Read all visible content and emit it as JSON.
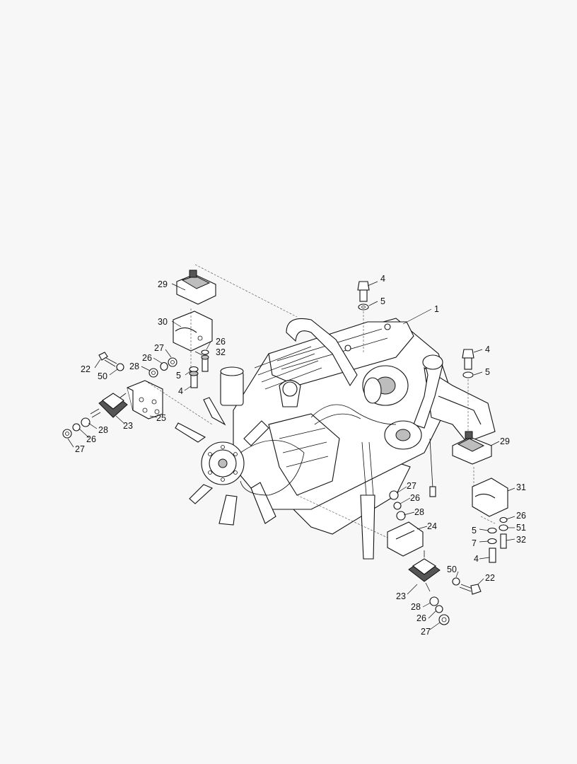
{
  "diagram": {
    "callouts": [
      {
        "id": "c1",
        "text": "29"
      },
      {
        "id": "c2",
        "text": "4"
      },
      {
        "id": "c3",
        "text": "5"
      },
      {
        "id": "c4",
        "text": "1"
      },
      {
        "id": "c5",
        "text": "30"
      },
      {
        "id": "c6",
        "text": "27"
      },
      {
        "id": "c7",
        "text": "26"
      },
      {
        "id": "c8",
        "text": "26"
      },
      {
        "id": "c9",
        "text": "32"
      },
      {
        "id": "c10",
        "text": "22"
      },
      {
        "id": "c11",
        "text": "28"
      },
      {
        "id": "c12",
        "text": "50"
      },
      {
        "id": "c13",
        "text": "5"
      },
      {
        "id": "c14",
        "text": "4"
      },
      {
        "id": "c15",
        "text": "4"
      },
      {
        "id": "c16",
        "text": "5"
      },
      {
        "id": "c17",
        "text": "28"
      },
      {
        "id": "c18",
        "text": "23"
      },
      {
        "id": "c19",
        "text": "25"
      },
      {
        "id": "c20",
        "text": "26"
      },
      {
        "id": "c21",
        "text": "27"
      },
      {
        "id": "c22",
        "text": "29"
      },
      {
        "id": "c23",
        "text": "27"
      },
      {
        "id": "c24",
        "text": "31"
      },
      {
        "id": "c25",
        "text": "26"
      },
      {
        "id": "c26",
        "text": "28"
      },
      {
        "id": "c27",
        "text": "26"
      },
      {
        "id": "c28",
        "text": "24"
      },
      {
        "id": "c29",
        "text": "5"
      },
      {
        "id": "c30",
        "text": "51"
      },
      {
        "id": "c31",
        "text": "7"
      },
      {
        "id": "c32",
        "text": "32"
      },
      {
        "id": "c33",
        "text": "4"
      },
      {
        "id": "c34",
        "text": "50"
      },
      {
        "id": "c35",
        "text": "22"
      },
      {
        "id": "c36",
        "text": "23"
      },
      {
        "id": "c37",
        "text": "28"
      },
      {
        "id": "c38",
        "text": "26"
      },
      {
        "id": "c39",
        "text": "27"
      }
    ]
  }
}
